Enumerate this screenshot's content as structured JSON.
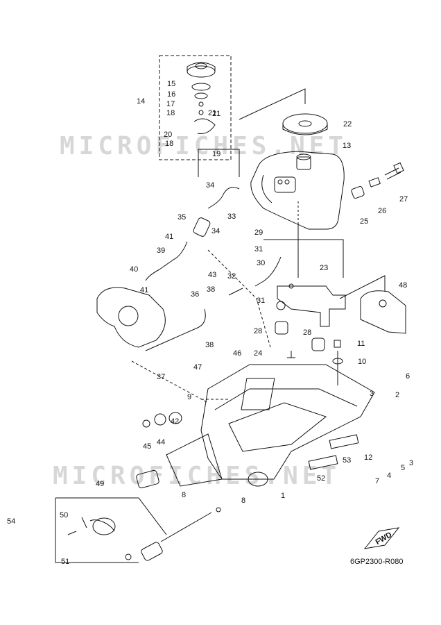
{
  "watermark": "MICROFICHES.NET",
  "diagram_code": "6GP2300-R080",
  "fwd_label": "FWD",
  "callouts": [
    "1",
    "2",
    "3",
    "3",
    "4",
    "5",
    "6",
    "7",
    "8",
    "8",
    "9",
    "10",
    "11",
    "12",
    "13",
    "14",
    "15",
    "16",
    "17",
    "18",
    "18",
    "19",
    "20",
    "21",
    "21",
    "22",
    "23",
    "24",
    "25",
    "26",
    "27",
    "28",
    "28",
    "29",
    "30",
    "31",
    "31",
    "32",
    "33",
    "34",
    "34",
    "35",
    "36",
    "37",
    "38",
    "38",
    "39",
    "40",
    "41",
    "41",
    "42",
    "43",
    "44",
    "45",
    "46",
    "47",
    "48",
    "49",
    "50",
    "51",
    "52",
    "53",
    "54"
  ],
  "colors": {
    "line": "#111111",
    "watermark": "#d7d7d7"
  }
}
